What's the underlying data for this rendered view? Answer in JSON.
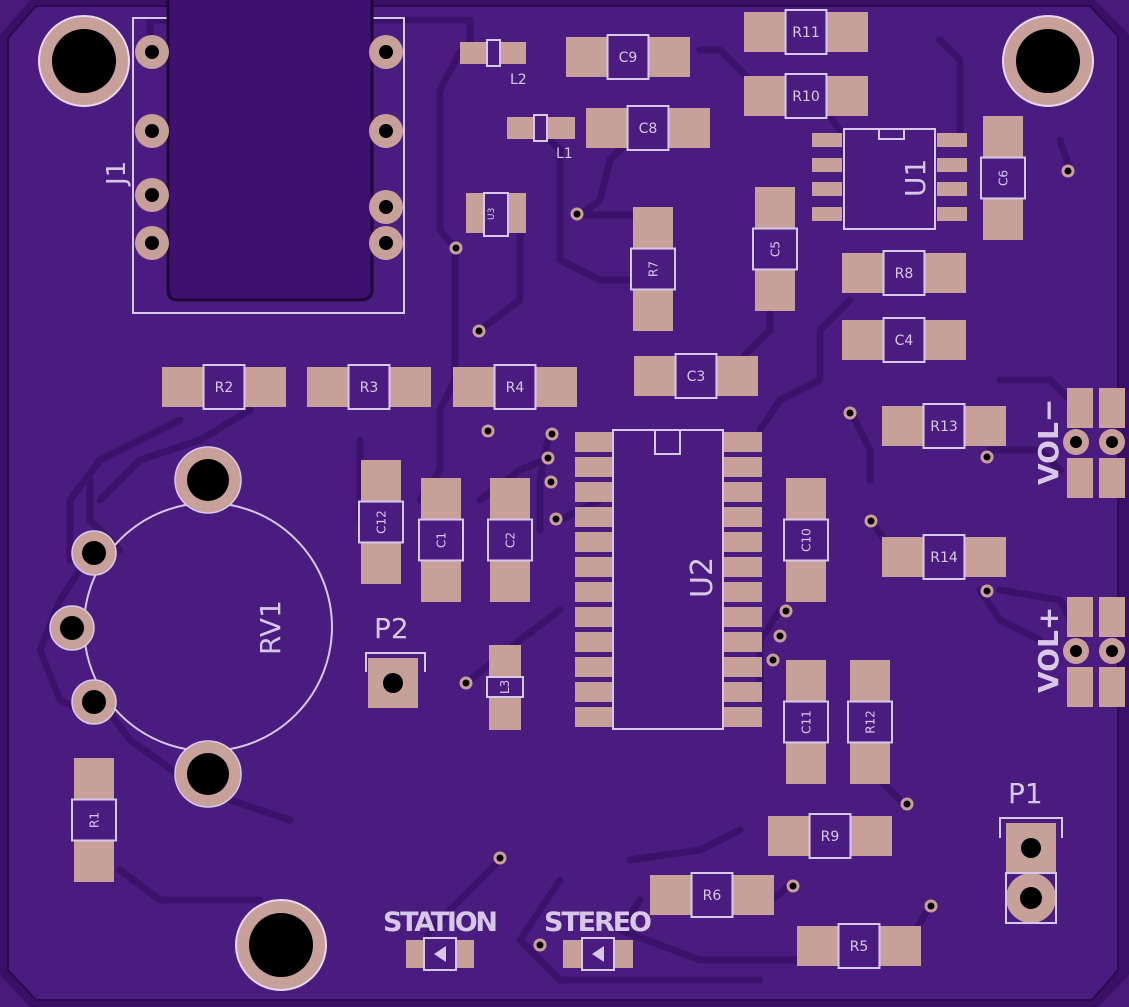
{
  "colors": {
    "board": "#4b1c80",
    "board_edge": "#3a1066",
    "trace": "#3d1470",
    "pad": "#c8a09a",
    "hole": "#000000",
    "silk": "#d8c8e8",
    "outline": "#1e0838"
  },
  "labels": {
    "j1": "J1",
    "u1": "U1",
    "u2": "U2",
    "u3": "U3",
    "rv1": "RV1",
    "p1": "P1",
    "p2": "P2",
    "l1": "L1",
    "l2": "L2",
    "l3": "L3",
    "vol_minus": "VOL−",
    "vol_plus": "VOL+",
    "station": "STATION",
    "stereo": "STEREO"
  },
  "parts": {
    "r1": "R1",
    "r2": "R2",
    "r3": "R3",
    "r4": "R4",
    "r5": "R5",
    "r6": "R6",
    "r7": "R7",
    "r8": "R8",
    "r9": "R9",
    "r10": "R10",
    "r11": "R11",
    "r12": "R12",
    "r13": "R13",
    "r14": "R14",
    "c1": "C1",
    "c2": "C2",
    "c3": "C3",
    "c4": "C4",
    "c5": "C5",
    "c6": "C6",
    "c8": "C8",
    "c9": "C9",
    "c10": "C10",
    "c11": "C11",
    "c12": "C12"
  }
}
